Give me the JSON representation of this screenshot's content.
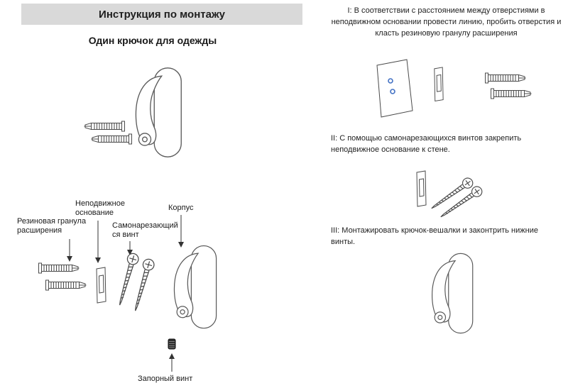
{
  "header": {
    "title": "Инструкция по монтажу"
  },
  "subtitle": "Один крючок для одежды",
  "diagram_labels": {
    "rubber_plug": "Резиновая гранула\nрасширения",
    "fixed_base": "Неподвижное\nоснование",
    "self_tapping_screw": "Самонарезающий\nся винт",
    "body": "Корпус",
    "locking_screw": "Запорный винт"
  },
  "steps": [
    {
      "id": "I",
      "text": "I: В соответствии с расстоянием между отверстиями в неподвижном основании провести линию, пробить отверстия и класть резиновую гранулу расширения"
    },
    {
      "id": "II",
      "text": "II: С помощью самонарезающихся винтов закрепить неподвижное основание к стене."
    },
    {
      "id": "III",
      "text": "III: Монтажировать крючок-вешалки и законтрить нижние винты."
    }
  ],
  "illustrations": [
    "clothes-hook",
    "expansion-dowel",
    "fixed-base",
    "self-tapping-screw",
    "locking-set-screw",
    "wall-plate"
  ],
  "colors": {
    "header_bg": "#d9d9d9",
    "accent_blue": "#4472c4",
    "line": "#4a4a4a"
  }
}
